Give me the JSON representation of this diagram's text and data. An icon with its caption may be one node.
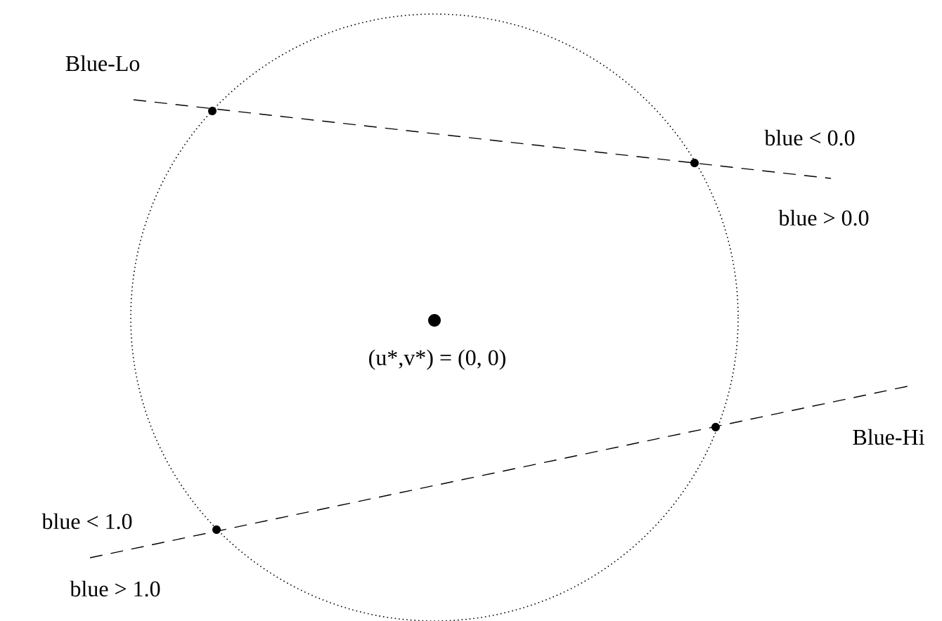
{
  "diagram": {
    "labels": [
      "Blue-Lo",
      "blue < 0.0",
      "blue > 0.0",
      "(u*,v*) = (0, 0)",
      "Blue-Hi",
      "blue < 1.0",
      "blue > 1.0"
    ]
  }
}
